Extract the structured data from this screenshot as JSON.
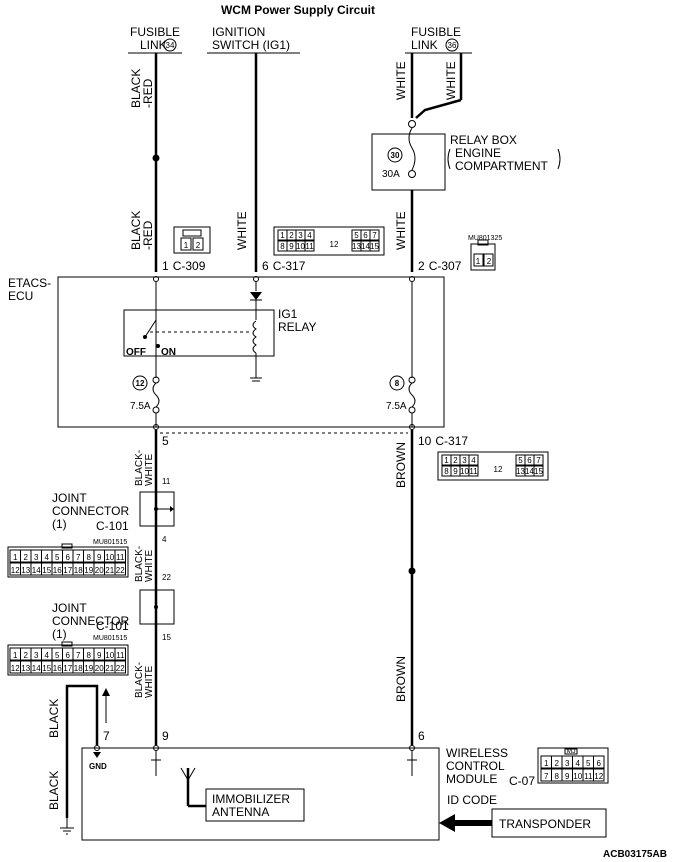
{
  "title": "WCM Power Supply Circuit",
  "diagram_code": "ACB03175AB",
  "sources": {
    "fusible_link_34": {
      "line1": "FUSIBLE",
      "line2": "LINK",
      "num": "34"
    },
    "ignition_switch": {
      "line1": "IGNITION",
      "line2": "SWITCH (IG1)"
    },
    "fusible_link_36": {
      "line1": "FUSIBLE",
      "line2": "LINK",
      "num": "36"
    }
  },
  "wire_colors": {
    "black_red_a": "BLACK",
    "black_red_b": "-RED",
    "white": "WHITE",
    "black_white_a": "BLACK-",
    "black_white_b": "WHITE",
    "brown": "BROWN",
    "black": "BLACK"
  },
  "relay_box": {
    "line1": "RELAY BOX",
    "line2": "ENGINE",
    "line3": "COMPARTMENT",
    "fuse_num": "30",
    "amp": "30A"
  },
  "connectors": {
    "c309": {
      "pin": "1",
      "name": "C-309",
      "cells": [
        "1",
        "2"
      ]
    },
    "c317": {
      "pin": "6",
      "name": "C-317",
      "pin2": "10",
      "top": [
        "1",
        "2",
        "3",
        "4",
        "5",
        "6",
        "7"
      ],
      "bottom": [
        "8",
        "9",
        "10",
        "11",
        "13",
        "14",
        "15"
      ],
      "center": "12"
    },
    "c307": {
      "pin": "2",
      "name": "C-307",
      "part": "MU801325",
      "cells": [
        "1",
        "2"
      ]
    },
    "c101": {
      "name": "C-101",
      "part": "MU801515",
      "top": [
        "1",
        "2",
        "3",
        "4",
        "5",
        "6",
        "7",
        "8",
        "9",
        "10",
        "11"
      ],
      "bottom": [
        "12",
        "13",
        "14",
        "15",
        "16",
        "17",
        "18",
        "19",
        "20",
        "21",
        "22"
      ]
    },
    "c07": {
      "name": "C-07",
      "part": "MJ",
      "top": [
        "1",
        "2",
        "3",
        "4",
        "5",
        "6"
      ],
      "bottom": [
        "7",
        "8",
        "9",
        "10",
        "11",
        "12"
      ]
    }
  },
  "etacs": {
    "line1": "ETACS-",
    "line2": "ECU",
    "relay_line1": "IG1",
    "relay_line2": "RELAY",
    "off": "OFF",
    "on": "ON",
    "fuse12": "12",
    "fuse8": "8",
    "amp": "7.5A",
    "pin5": "5"
  },
  "joint": {
    "line1": "JOINT",
    "line2": "CONNECTOR",
    "line3": "(1)",
    "j1_in": "11",
    "j1_out": "4",
    "j2_in": "22",
    "j2_out": "15"
  },
  "wcm": {
    "line1": "WIRELESS",
    "line2": "CONTROL",
    "line3": "MODULE",
    "pin_gnd": "7",
    "pin_b": "9",
    "pin_c": "6",
    "gnd": "GND",
    "antenna_line1": "IMMOBILIZER",
    "antenna_line2": "ANTENNA",
    "id_code": "ID CODE",
    "transponder": "TRANSPONDER"
  }
}
